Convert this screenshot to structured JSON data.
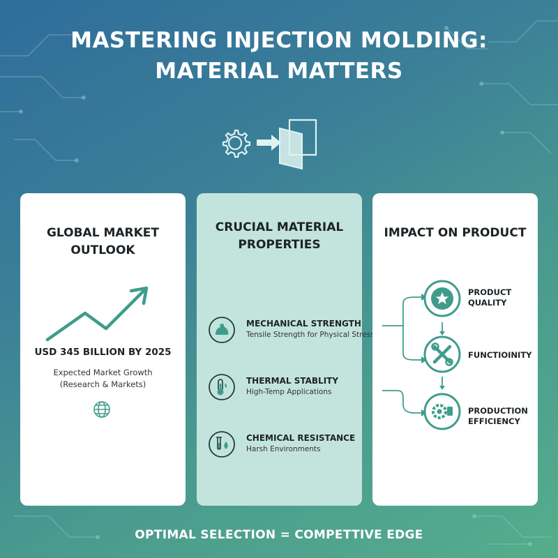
{
  "title": {
    "line1": "MASTERING INJECTION MOLDING:",
    "line2": "MATERIAL MATTERS"
  },
  "hero_icons": [
    "gear-icon",
    "arrow-right-icon",
    "layers-icon"
  ],
  "market": {
    "title": "GLOBAL MARKET OUTLOOK",
    "stat": "USD 345 BILLION BY 2025",
    "sub_line1": "Expected Market Growth",
    "sub_line2": "(Research & Markets)",
    "icons": [
      "trend-up-icon",
      "globe-icon"
    ]
  },
  "properties": {
    "title_line1": "CRUCIAL MATERIAL",
    "title_line2": "PROPERTIES",
    "items": [
      {
        "name": "MECHANICAL STRENGTH",
        "desc": "Tensile Strength for Physical Stress",
        "icon": "flexed-arm-icon"
      },
      {
        "name": "THERMAL STABLITY",
        "desc": "High-Temp Applications",
        "icon": "thermometer-icon"
      },
      {
        "name": "CHEMICAL RESISTANCE",
        "desc": "Harsh Environments",
        "icon": "test-tube-icon"
      }
    ]
  },
  "impact": {
    "title": "IMPACT ON PRODUCT",
    "items": [
      {
        "line1": "PRODUCT",
        "line2": "QUALITY",
        "icon": "star-icon"
      },
      {
        "line1": "FUNCTIOINITY",
        "line2": "",
        "icon": "tools-icon"
      },
      {
        "line1": "PRODUCTION",
        "line2": "EFFICIENCY",
        "icon": "gear-process-icon"
      }
    ]
  },
  "footer": "OPTIMAL SELECTION = COMPETTIVE EDGE",
  "colors": {
    "teal_accent": "#3f9c8c",
    "mid_card": "#c3e4dc",
    "background_start": "#2f6d9a",
    "background_end": "#55ad8c"
  }
}
